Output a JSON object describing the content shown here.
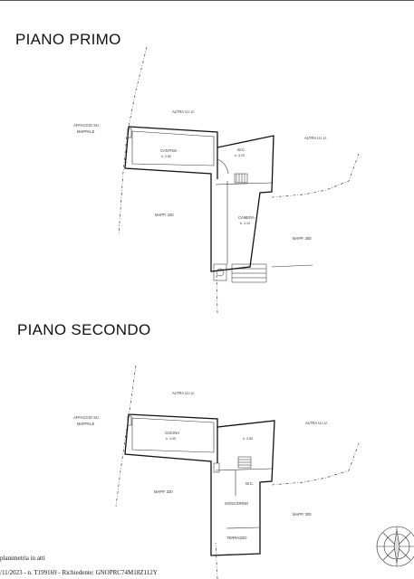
{
  "floors": [
    {
      "title": "PIANO PRIMO",
      "labels": {
        "altra_top": "ALTRA U.I.U.",
        "affaccio_line1": "AFFACCIO SU",
        "affaccio_line2": "MAPPALE",
        "cantina_name": "CANTINA",
        "cantina_height": "h. 2.80",
        "wc_name": "W.C.",
        "wc_height": "h. 3.20",
        "altra_right": "ALTRA U.I.U.",
        "mapp_left": "MAPP. 320",
        "camera_name": "CAMERA",
        "camera_height": "h. 3.10",
        "mapp_right": "MAPP. 300"
      }
    },
    {
      "title": "PIANO SECONDO",
      "labels": {
        "altra_top": "ALTRA U.I.U.",
        "affaccio_line1": "AFFACCIO SU",
        "affaccio_line2": "MAPPALE",
        "cucina_name": "CUCINA",
        "cucina_height": "h. 3.00",
        "h_right": "h. 2.80",
        "altra_right": "ALTRA U.I.U.",
        "mapp_left": "MAPP. 320",
        "wc_name": "W.C.",
        "soggiorno_name": "SOGGIORNO",
        "mapp_right": "MAPP. 300",
        "terrazzo_name": "TERRAZZO"
      }
    }
  ],
  "footer": {
    "line1": "planimetria in atti",
    "line2": "/11/2023 - n. T199169 - Richiedente: GNOPRC74M18Z112Y"
  }
}
